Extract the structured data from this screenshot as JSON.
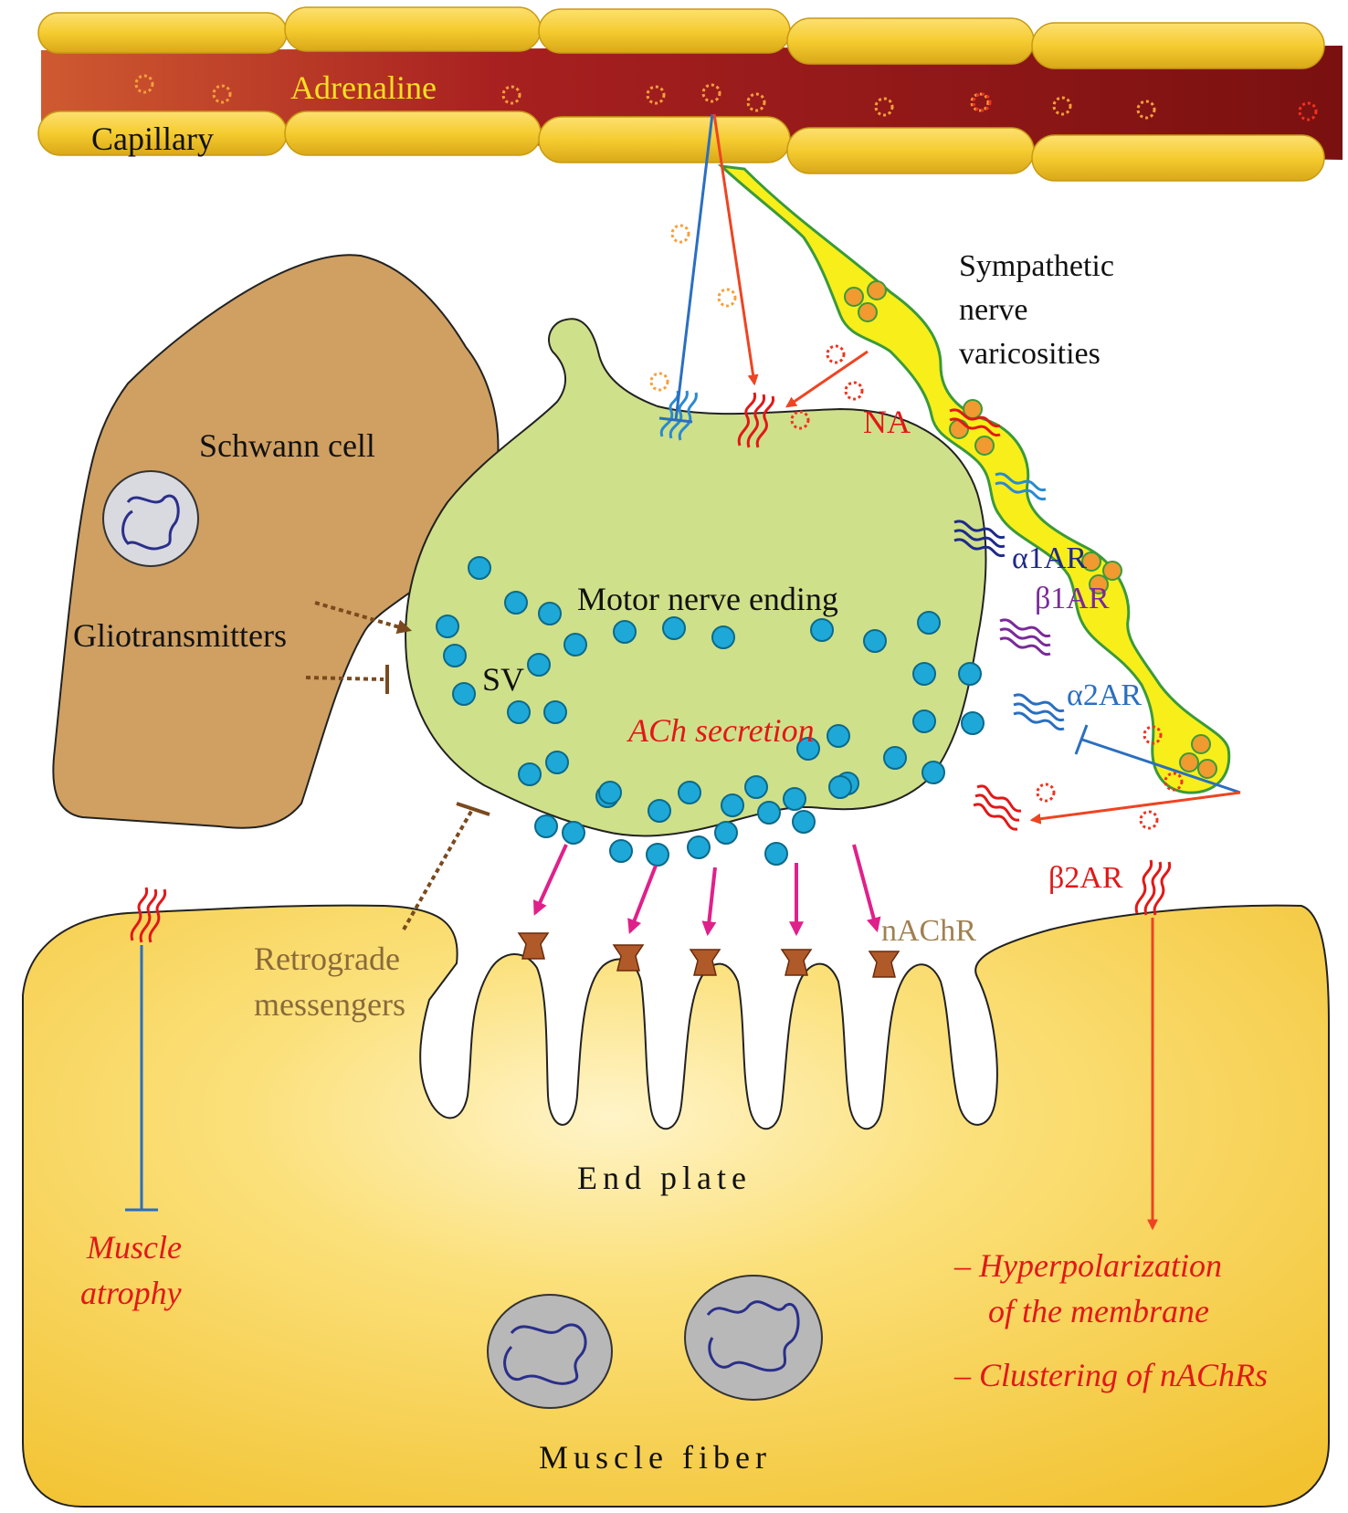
{
  "labels": {
    "adrenaline": "Adrenaline",
    "capillary": "Capillary",
    "sympathetic_line1": "Sympathetic",
    "sympathetic_line2": "nerve",
    "sympathetic_line3": "varicosities",
    "na": "NA",
    "schwann_cell": "Schwann cell",
    "gliotransmitters": "Gliotransmitters",
    "motor_nerve_ending": "Motor nerve ending",
    "sv": "SV",
    "ach_secretion": "ACh secretion",
    "a1ar": "α1AR",
    "b1ar": "β1AR",
    "a2ar": "α2AR",
    "b2ar": "β2AR",
    "nachr": "nAChR",
    "retrograde_line1": "Retrograde",
    "retrograde_line2": "messengers",
    "end_plate": "End plate",
    "muscle_atrophy_line1": "Muscle",
    "muscle_atrophy_line2": "atrophy",
    "hyperpolarization_line1": "– Hyperpolarization",
    "hyperpolarization_line2": "of the membrane",
    "clustering": "– Clustering of nAChRs",
    "muscle_fiber": "Muscle fiber"
  },
  "colors": {
    "capillary_wall": "#f2c828",
    "blood": "#9a1a1a",
    "schwann": "#cfa062",
    "nerve_ending": "#cfe08a",
    "vesicle": "#1ea8d8",
    "sympathetic": "#f8ee1a",
    "muscle": "#f5c842",
    "activation_red": "#ee4422",
    "inhibition_blue": "#2a6fc0",
    "ach_magenta": "#e0208a",
    "glio_brown": "#7a4a1e"
  }
}
